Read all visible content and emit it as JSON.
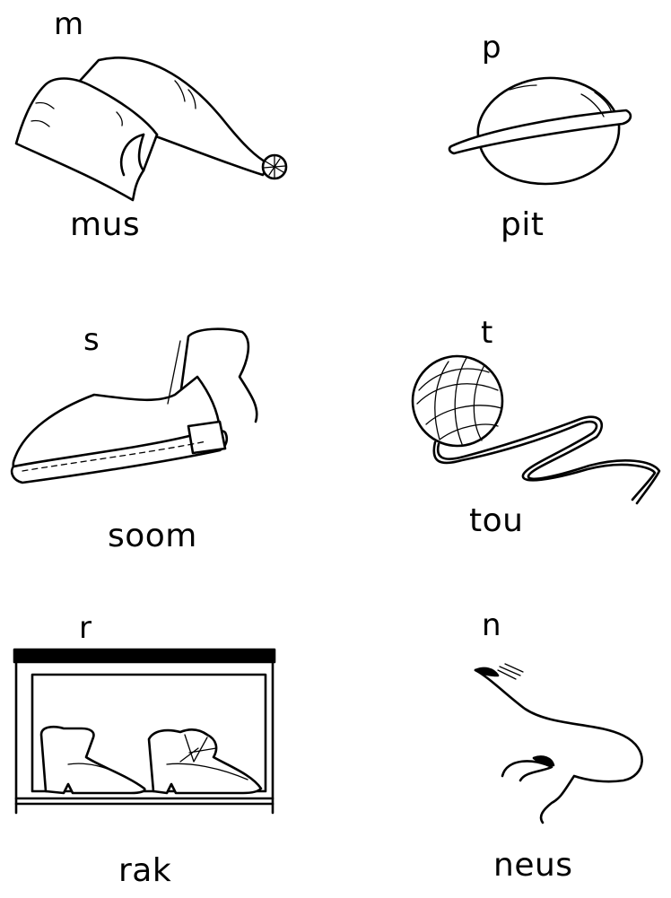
{
  "cards": [
    {
      "letter": "m",
      "word": "mus",
      "picture_icon": "nightcap-icon"
    },
    {
      "letter": "p",
      "word": "pit",
      "picture_icon": "seed-pit-icon"
    },
    {
      "letter": "s",
      "word": "soom",
      "picture_icon": "sewn-shoe-icon"
    },
    {
      "letter": "t",
      "word": "tou",
      "picture_icon": "ball-of-string-icon"
    },
    {
      "letter": "r",
      "word": "rak",
      "picture_icon": "shoe-rack-icon"
    },
    {
      "letter": "n",
      "word": "neus",
      "picture_icon": "nose-icon"
    }
  ]
}
